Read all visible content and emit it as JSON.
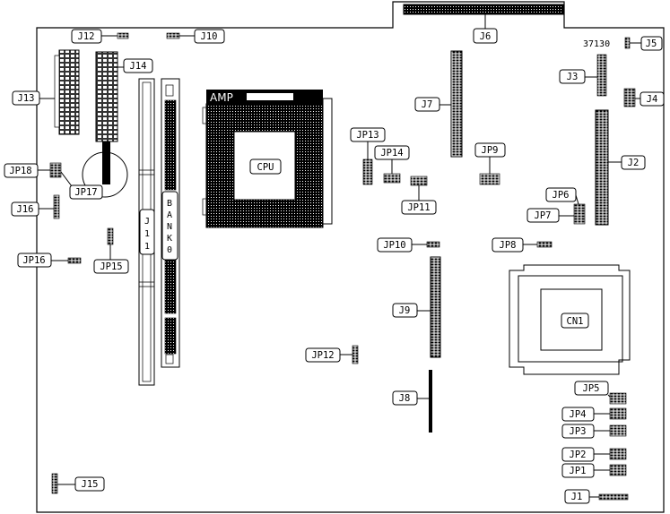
{
  "board_number": "37130",
  "cpu": {
    "label": "CPU",
    "socket_brand": "AMP"
  },
  "cn1": "CN1",
  "bank": "BANK0",
  "connectors": {
    "J1": "J1",
    "J2": "J2",
    "J3": "J3",
    "J4": "J4",
    "J5": "J5",
    "J6": "J6",
    "J7": "J7",
    "J8": "J8",
    "J9": "J9",
    "J10": "J10",
    "J11": "J11",
    "J12": "J12",
    "J13": "J13",
    "J14": "J14",
    "J15": "J15",
    "J16": "J16"
  },
  "jumpers": {
    "JP1": "JP1",
    "JP2": "JP2",
    "JP3": "JP3",
    "JP4": "JP4",
    "JP5": "JP5",
    "JP6": "JP6",
    "JP7": "JP7",
    "JP8": "JP8",
    "JP9": "JP9",
    "JP10": "JP10",
    "JP11": "JP11",
    "JP12": "JP12",
    "JP13": "JP13",
    "JP14": "JP14",
    "JP15": "JP15",
    "JP16": "JP16",
    "JP17": "JP17",
    "JP18": "JP18"
  }
}
